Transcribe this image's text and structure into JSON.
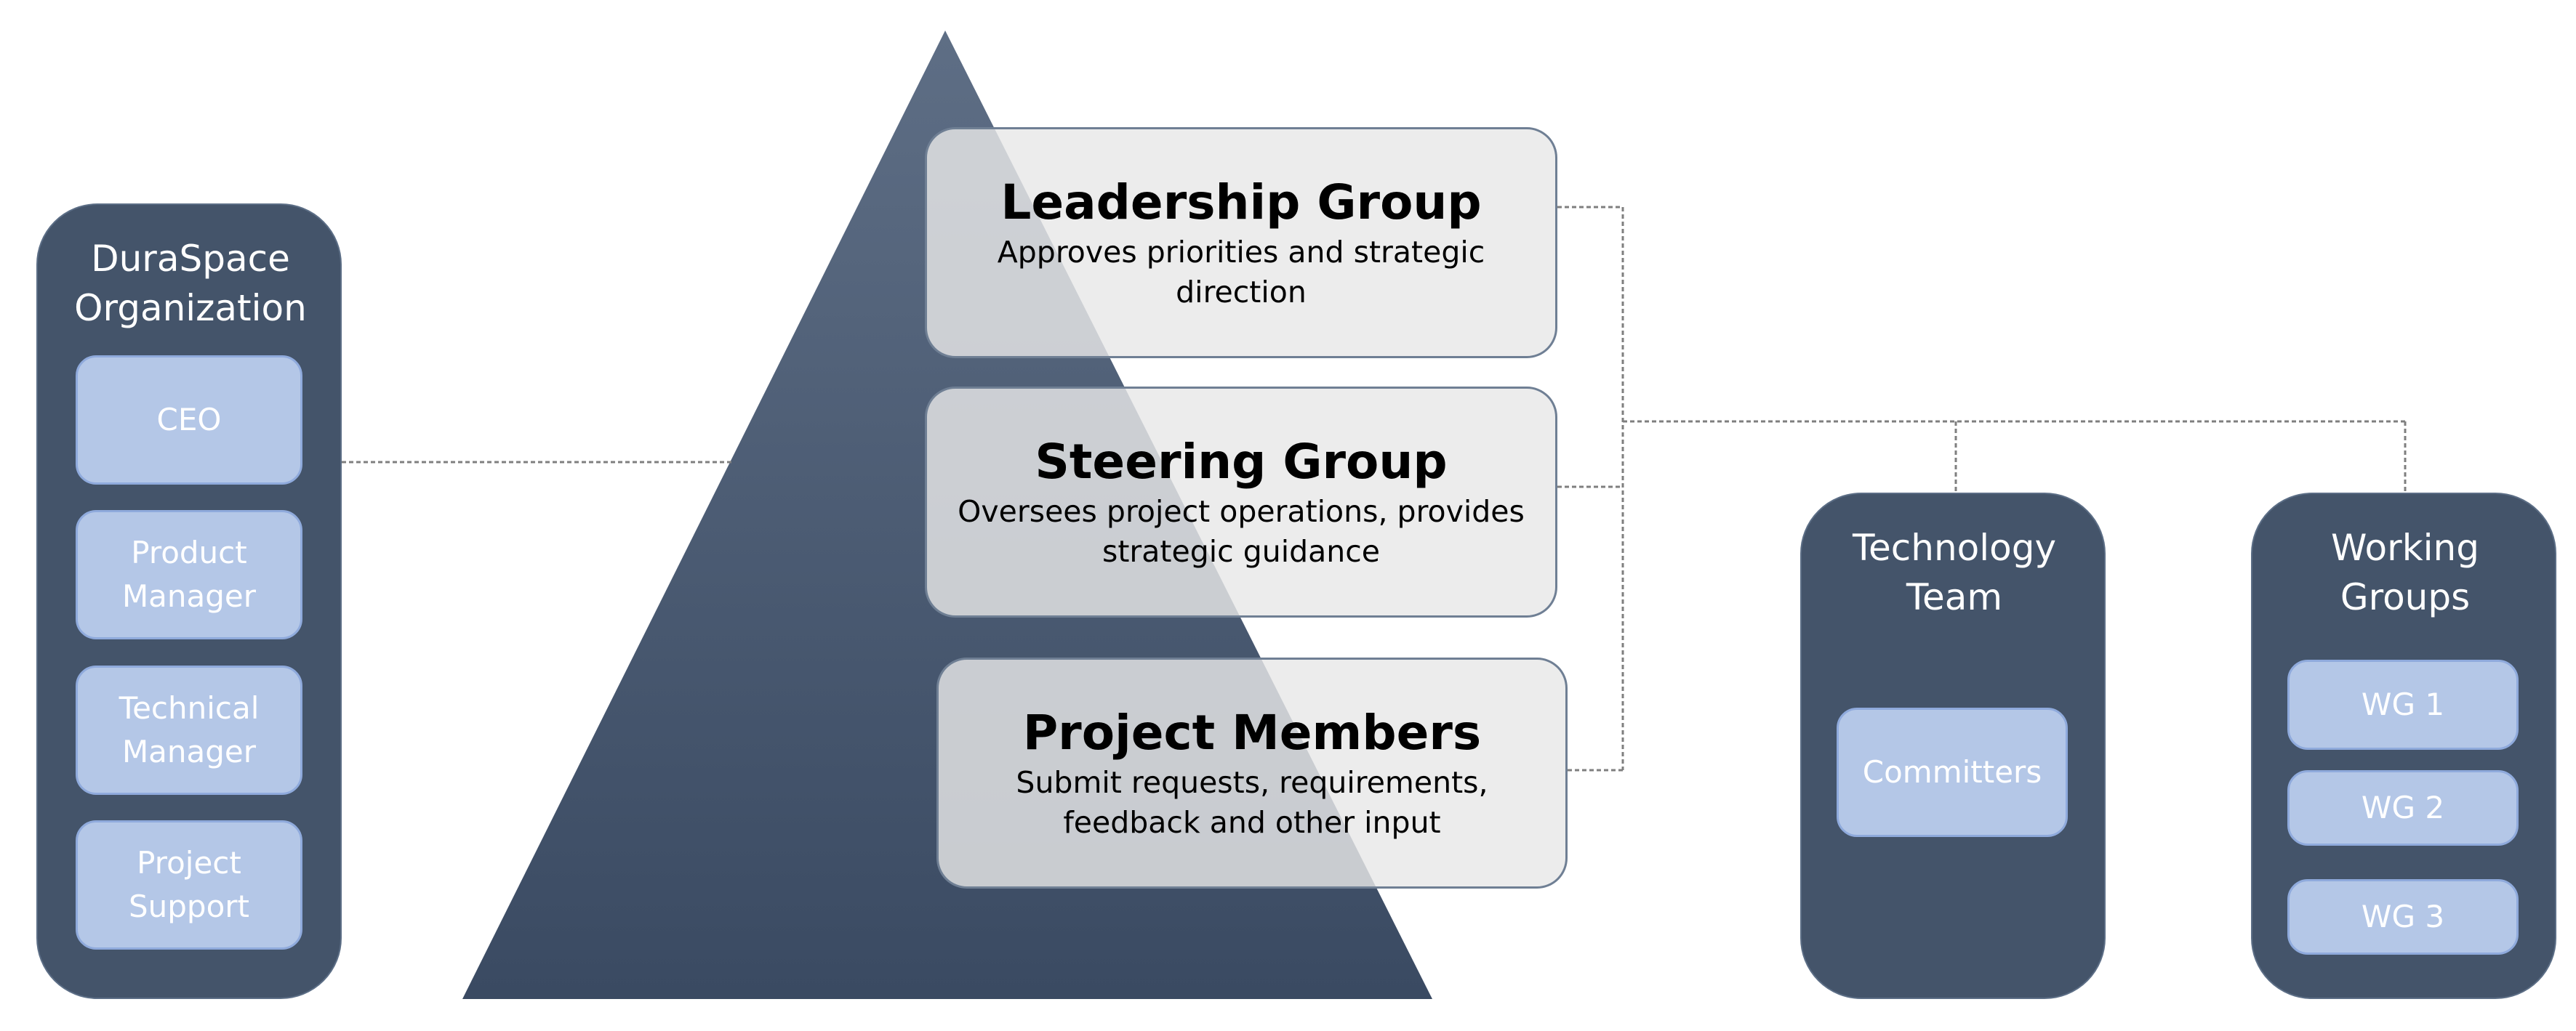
{
  "durspace": {
    "title": "DuraSpace Organization",
    "roles": [
      "CEO",
      "Product Manager",
      "Technical Manager",
      "Project Support"
    ]
  },
  "groups": [
    {
      "title": "Leadership Group",
      "description": "Approves priorities and strategic direction"
    },
    {
      "title": "Steering Group",
      "description": "Oversees project operations, provides strategic guidance"
    },
    {
      "title": "Project Members",
      "description": "Submit requests, requirements, feedback and other input"
    }
  ],
  "technology_team": {
    "title": "Technology Team",
    "members": [
      "Committers"
    ]
  },
  "working_groups": {
    "title": "Working Groups",
    "members": [
      "WG 1",
      "WG 2",
      "WG 3"
    ]
  },
  "colors": {
    "panel": "#44546a",
    "chip": "#b4c7e7",
    "pyramid_top": "#5b6b82",
    "pyramid_bottom": "#3b4b63",
    "connector": "#7f7f7f"
  }
}
